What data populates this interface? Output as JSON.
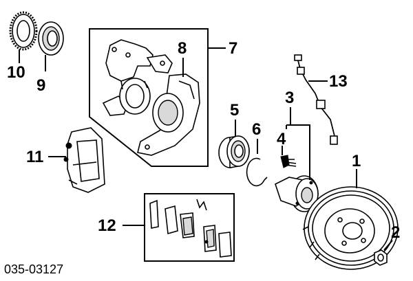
{
  "callouts": {
    "c1": "1",
    "c2": "2",
    "c3": "3",
    "c4": "4",
    "c5": "5",
    "c6": "6",
    "c7": "7",
    "c8": "8",
    "c9": "9",
    "c10": "10",
    "c11": "11",
    "c12": "12",
    "c13": "13"
  },
  "diagram_code": "035-03127"
}
